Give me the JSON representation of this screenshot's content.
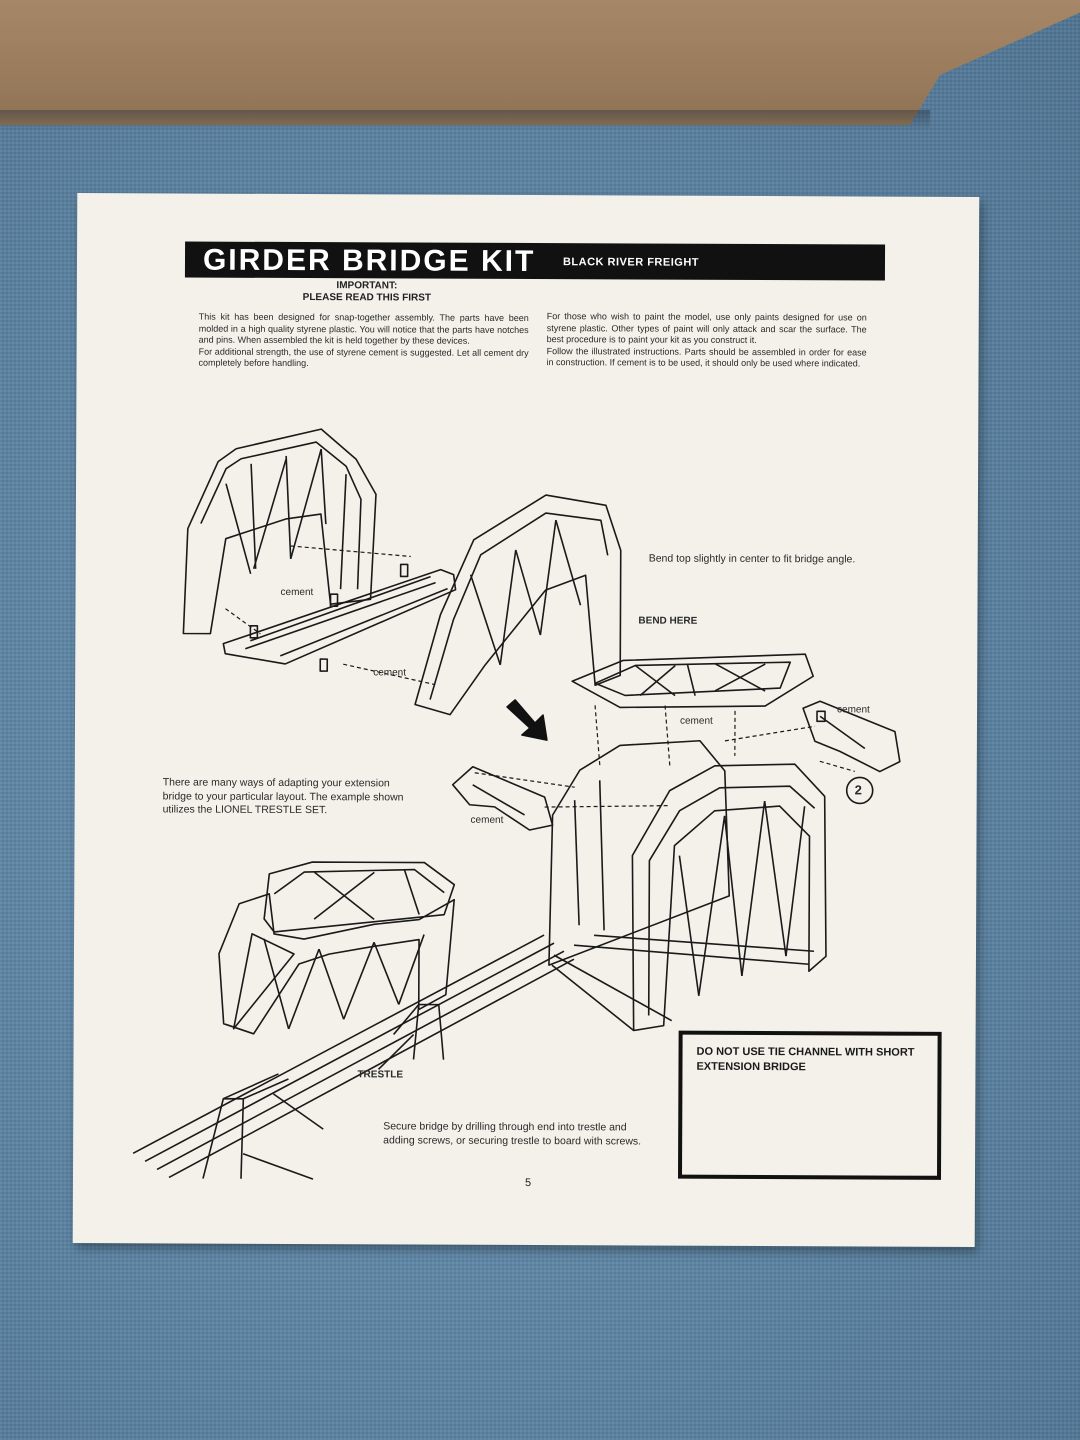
{
  "header": {
    "title": "GIRDER BRIDGE KIT",
    "subtitle": "BLACK RIVER FREIGHT"
  },
  "important": {
    "line1": "IMPORTANT:",
    "line2": "PLEASE READ THIS FIRST"
  },
  "intro_left": {
    "p1": "This kit has been designed for snap-together assembly. The parts have been molded in a high quality styrene plastic. You will notice that the parts have notches and pins. When assembled the kit is held together by these devices.",
    "p2": "For additional strength, the use of styrene cement is suggested. Let all cement dry completely before handling."
  },
  "intro_right": {
    "p1": "For those who wish to paint the model, use only paints designed for use on styrene plastic. Other types of paint will only attack and scar the surface. The best procedure is to paint your kit as you construct it.",
    "p2": "Follow the illustrated instructions. Parts should be assembled in order for ease in construction. If cement is to be used, it should only be used where indicated."
  },
  "labels": {
    "cement_1": "cement",
    "cement_2": "cement",
    "cement_3": "cement",
    "cement_4": "cement",
    "cement_5": "cement",
    "bend_here": "BEND HERE",
    "step_number": "2",
    "trestle": "TRESTLE"
  },
  "bend_note": "Bend top slightly in center to fit bridge angle.",
  "adapt_note": "There are many ways of adapting your extension bridge to your particular layout. The example shown utilizes the LIONEL TRESTLE SET.",
  "secure_note": "Secure bridge by drilling through end into trestle and adding screws, or securing trestle to board with screws.",
  "warning": "DO NOT USE TIE CHANNEL WITH SHORT EXTENSION BRIDGE",
  "page_number": "5",
  "colors": {
    "tablecloth": "#5f86a6",
    "cardboard": "#9a7c5d",
    "paper": "#f3f1ea",
    "ink": "#111111"
  }
}
